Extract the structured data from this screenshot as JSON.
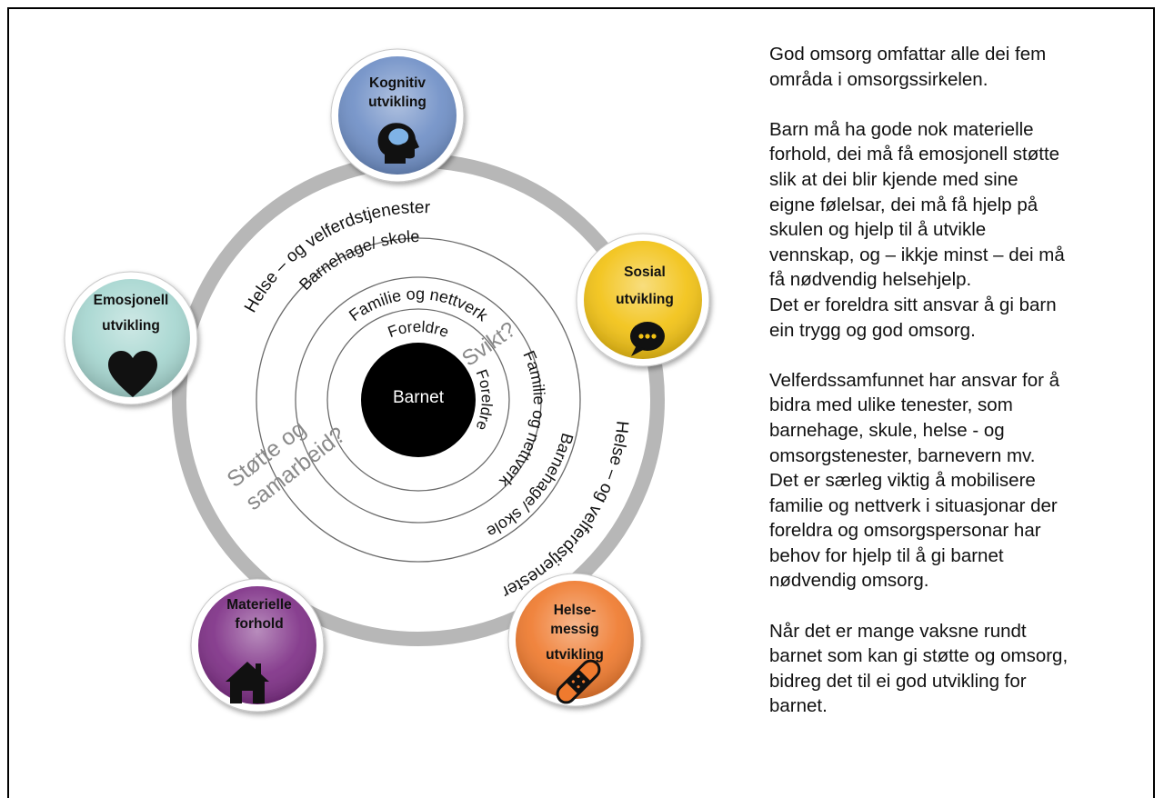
{
  "diagram": {
    "center": "Barnet",
    "rings": {
      "foreldre_top": "Foreldre",
      "foreldre_right": "Foreldre",
      "familie_top": "Familie og nettverk",
      "familie_right": "Familie og nettverk",
      "barnehage_top": "Barnehage/ skole",
      "barnehage_right": "Barnehage/ skole",
      "helse_top": "Helse – og velferdstjenester",
      "helse_right": "Helse – og velferdstjenester"
    },
    "svikt": "Svikt?",
    "stotte_line1": "Støtte og",
    "stotte_line2": "samarbeid?",
    "areas": [
      {
        "line1": "Kognitiv",
        "line2": "utvikling",
        "line3": "",
        "color": "#6f8fc6",
        "icon": "head-icon"
      },
      {
        "line1": "Sosial",
        "line2": "utvikling",
        "line3": "",
        "color": "#f2c214",
        "icon": "speech-bubble-icon"
      },
      {
        "line1": "Helse-",
        "line2": "messig",
        "line3": "utvikling",
        "color": "#ef7a2e",
        "icon": "bandage-icon"
      },
      {
        "line1": "Materielle",
        "line2": "forhold",
        "line3": "",
        "color": "#7e2f86",
        "icon": "house-icon"
      },
      {
        "line1": "Emosjonell",
        "line2": "utvikling",
        "line3": "",
        "color": "#a6d6d0",
        "icon": "heart-icon"
      }
    ]
  },
  "text": {
    "p1": [
      "God omsorg omfattar alle dei fem",
      "områda i omsorgssirkelen."
    ],
    "p2": [
      "Barn må ha gode nok materielle",
      "forhold, dei må få emosjonell støtte",
      "slik at dei blir kjende med sine",
      "eigne følelsar, dei må få hjelp på",
      "skulen og hjelp til å utvikle",
      "vennskap, og – ikkje minst – dei må",
      "få nødvendig helsehjelp.",
      "Det er foreldra sitt ansvar å gi barn",
      "ein trygg og god omsorg."
    ],
    "p3": [
      "Velferdssamfunnet har ansvar for å",
      "bidra med ulike tenester, som",
      "barnehage, skule, helse - og",
      "omsorgstenester, barnevern mv.",
      "Det er særleg viktig å mobilisere",
      "familie og nettverk i situasjonar der",
      "foreldra og omsorgspersonar har",
      "behov for hjelp til å gi barnet",
      "nødvendig omsorg."
    ],
    "p4": [
      "Når det er mange vaksne rundt",
      "barnet som kan gi støtte og omsorg,",
      "bidreg det til ei god utvikling for",
      "barnet."
    ]
  }
}
